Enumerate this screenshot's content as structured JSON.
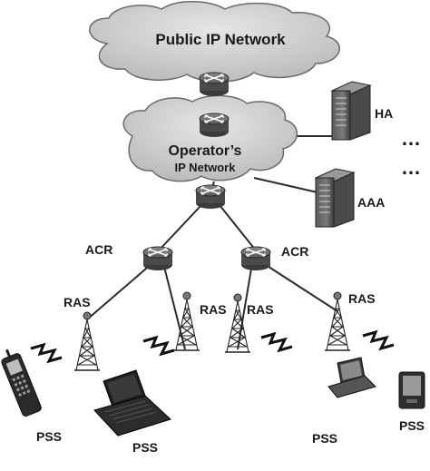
{
  "clouds": {
    "public": "Public IP Network",
    "operator_line1": "Operator’s",
    "operator_line2": "IP Network"
  },
  "servers": {
    "ha": "HA",
    "aaa": "AAA",
    "more": "…"
  },
  "acr": {
    "left": "ACR",
    "right": "ACR"
  },
  "ras": {
    "r1": "RAS",
    "r2": "RAS",
    "r3": "RAS",
    "r4": "RAS"
  },
  "pss": {
    "p1": "PSS",
    "p2": "PSS",
    "p3": "PSS",
    "p4": "PSS"
  }
}
